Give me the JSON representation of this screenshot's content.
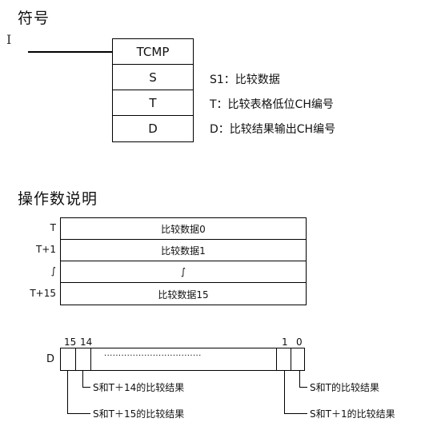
{
  "symbol": {
    "heading": "符号",
    "box_title": "TCMP",
    "rows": [
      "S",
      "T",
      "D"
    ],
    "descriptions": [
      "S1：比较数据",
      "T：比较表格低位CH编号",
      "D：比较结果输出CH编号"
    ]
  },
  "operand": {
    "heading": "操作数说明",
    "table_labels": [
      "T",
      "T+1",
      "∫",
      "T+15"
    ],
    "table_rows": [
      "比较数据0",
      "比较数据1",
      "∫",
      "比较数据15"
    ]
  },
  "bits": {
    "register": "D",
    "labels": [
      "15",
      "14",
      "1",
      "0"
    ],
    "dots": "··································",
    "annotations": {
      "bit15": "S和T＋15的比较结果",
      "bit14": "S和T＋14的比较结果",
      "bit1": "S和T＋1的比较结果",
      "bit0": "S和T的比较结果"
    }
  }
}
